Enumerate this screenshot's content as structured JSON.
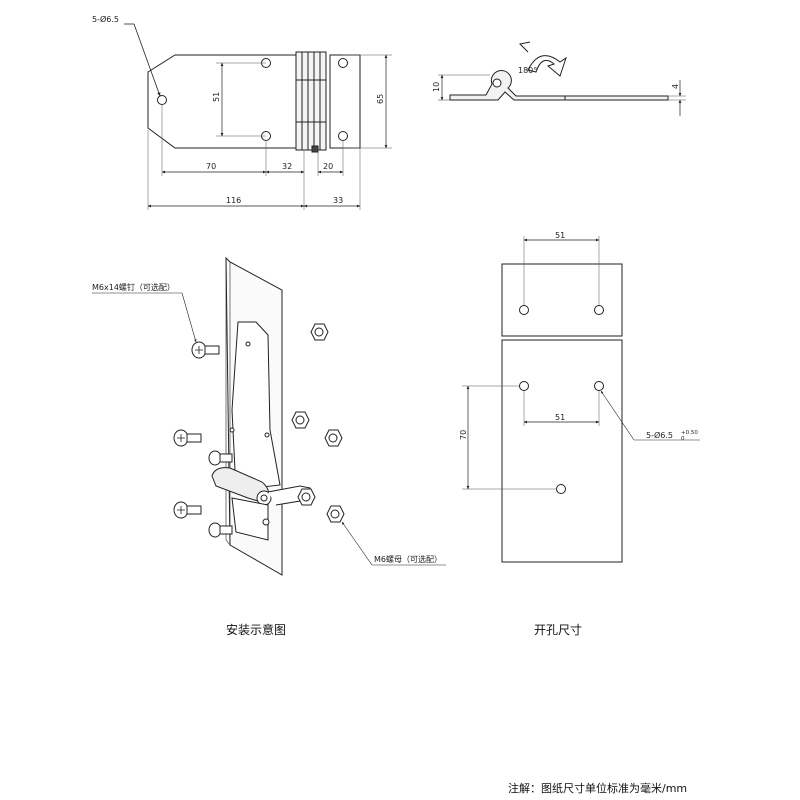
{
  "top_view": {
    "hole_spec": "5-Ø6.5",
    "d_51": "51",
    "d_65": "65",
    "d_70": "70",
    "d_32": "32",
    "d_20": "20",
    "d_116": "116",
    "d_33": "33"
  },
  "side_view": {
    "rotation": "180°",
    "d_10": "10",
    "d_4": "4"
  },
  "install": {
    "screw_label": "M6x14螺钉（可选配）",
    "nut_label": "M6螺母（可选配）",
    "caption": "安装示意图"
  },
  "cutout": {
    "d_51_top": "51",
    "d_51_mid": "51",
    "d_70": "70",
    "hole_spec": "5-Ø6.5",
    "tol_upper": "+0.50",
    "tol_lower": "0",
    "caption": "开孔尺寸"
  },
  "note": "注解：图纸尺寸单位标准为毫米/mm"
}
